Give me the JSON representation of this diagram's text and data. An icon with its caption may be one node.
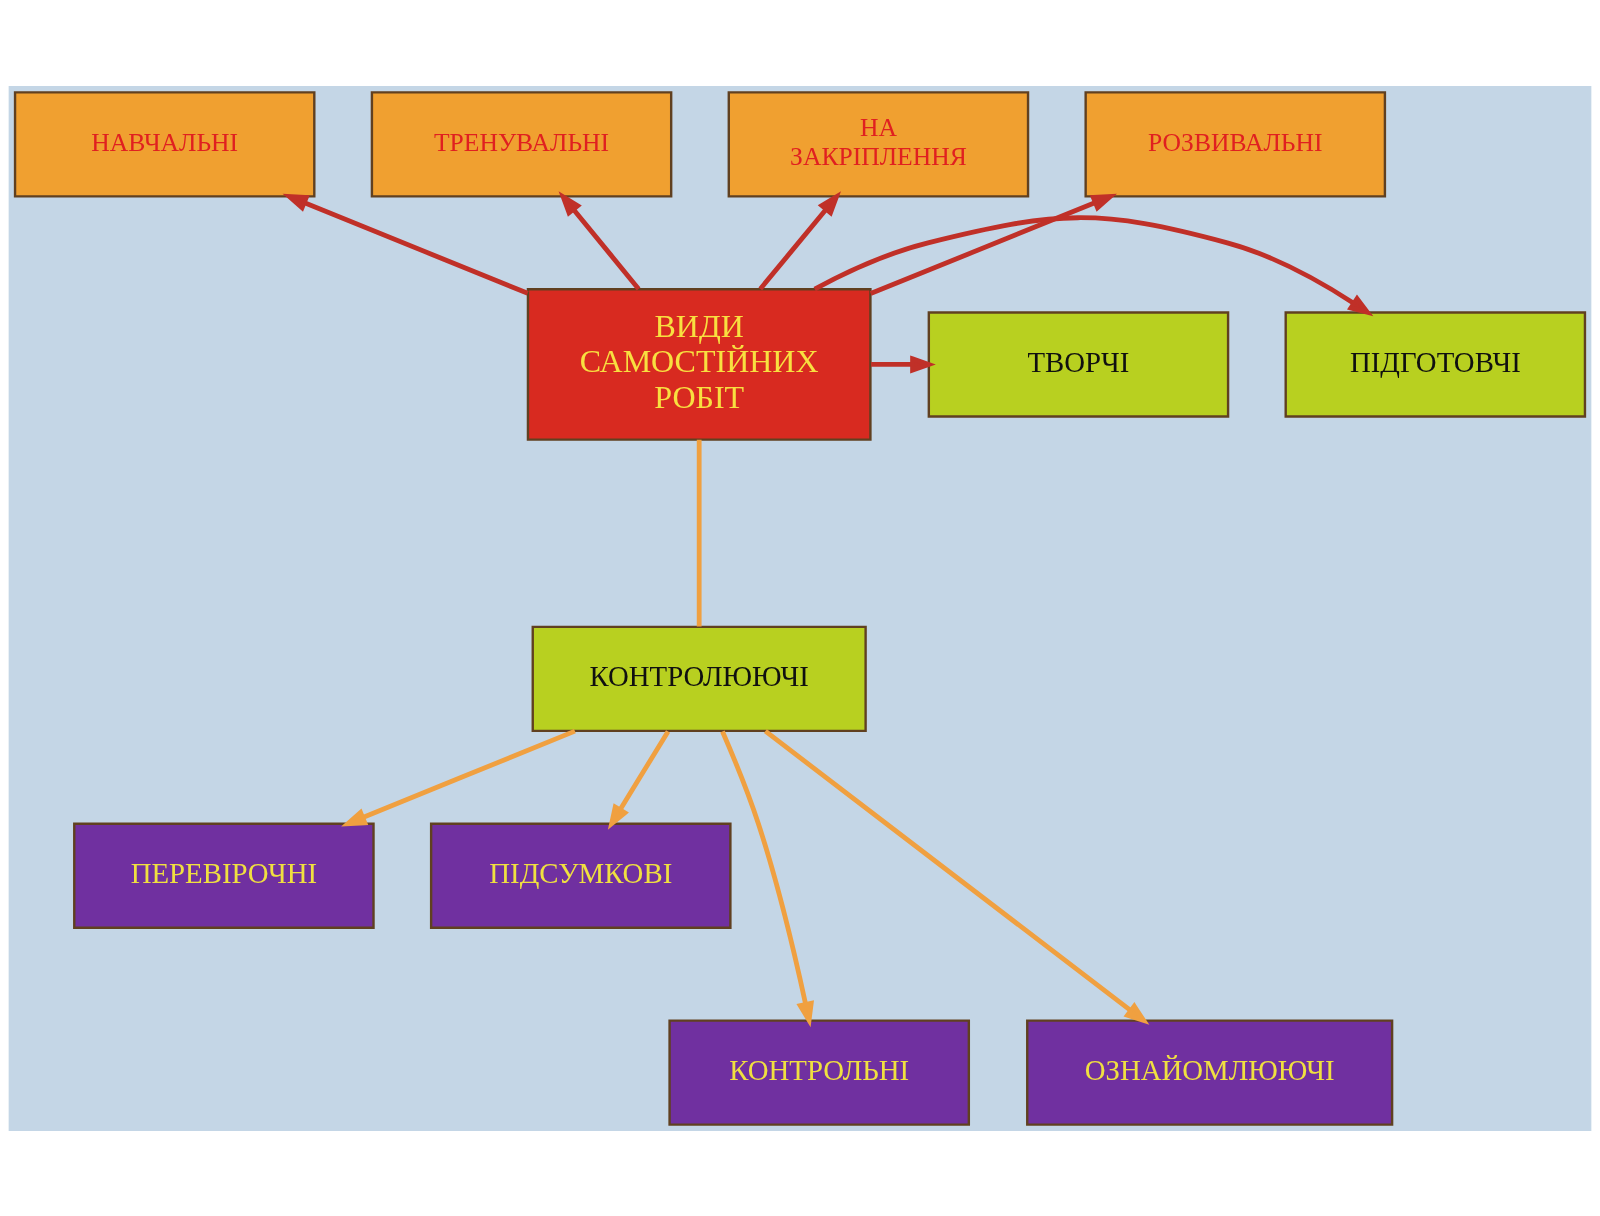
{
  "diagram": {
    "nodes": [
      {
        "text": [
          "НАВЧАЛЬНІ"
        ]
      },
      {
        "text": [
          "ТРЕНУВАЛЬНІ"
        ]
      },
      {
        "text": [
          "НА ЗАКРІПЛЕННЯ"
        ]
      },
      {
        "text": [
          "РОЗВИВАЛЬНІ"
        ]
      },
      {
        "text": [
          "ПІДГОТОВЧІ"
        ]
      },
      {
        "text": [
          "ВИДИ САМОСТІЙНИХ РОБІТ"
        ]
      },
      {
        "text": [
          "ТВОРЧІ"
        ]
      },
      {
        "text": [
          "КОНТРОЛЮЮЧІ"
        ]
      },
      {
        "text": [
          "ПЕРЕВІРОЧНІ"
        ]
      },
      {
        "text": [
          "ПІДСУМКОВІ"
        ]
      },
      {
        "text": [
          "КОНТРОЛЬНІ"
        ]
      },
      {
        "text": [
          "ОЗНАЙОМЛЮЮЧІ"
        ]
      }
    ],
    "edges": [
      {
        "from": 5,
        "to": 0,
        "arrow": "to"
      },
      {
        "from": 5,
        "to": 1,
        "arrow": "to"
      },
      {
        "from": 5,
        "to": 2,
        "arrow": "to"
      },
      {
        "from": 5,
        "to": 3,
        "arrow": "to"
      },
      {
        "from": 5,
        "to": 4,
        "arrow": "to"
      },
      {
        "from": 5,
        "to": 6,
        "arrow": "to"
      },
      {
        "from": 5,
        "to": 7,
        "arrow": "none",
        "color": "#f0a040"
      },
      {
        "from": 7,
        "to": 8,
        "arrow": "to",
        "color": "#f0a040"
      },
      {
        "from": 7,
        "to": 10,
        "arrow": "to",
        "color": "#f0a040"
      },
      {
        "from": 7,
        "to": 11,
        "arrow": "to",
        "color": "#f0a040"
      },
      {
        "from": 7,
        "to": 9,
        "arrow": "to",
        "color": "#f0a040"
      }
    ]
  }
}
